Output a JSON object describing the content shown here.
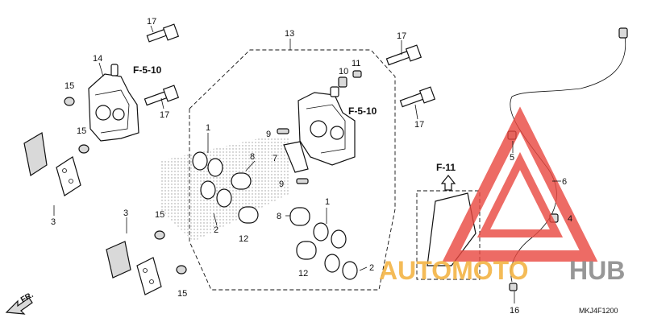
{
  "diagram": {
    "part_numbers": {
      "p1a": "1",
      "p1b": "1",
      "p2a": "2",
      "p2b": "2",
      "p3a": "3",
      "p3b": "3",
      "p4": "4",
      "p5": "5",
      "p6": "6",
      "p7": "7",
      "p8a": "8",
      "p8b": "8",
      "p9a": "9",
      "p9b": "9",
      "p10": "10",
      "p11": "11",
      "p12a": "12",
      "p12b": "12",
      "p13": "13",
      "p14": "14",
      "p15a": "15",
      "p15b": "15",
      "p15c": "15",
      "p15d": "15",
      "p16": "16",
      "p17a": "17",
      "p17b": "17",
      "p17c": "17",
      "p17d": "17"
    },
    "references": {
      "ref_left": "F-5-10",
      "ref_right": "F-5-10",
      "ref_inset": "F-11"
    },
    "direction_label": "FR.",
    "diagram_code": "MKJ4F1200"
  },
  "watermark": {
    "text_a": "AUTOMOTO",
    "text_b": "HUB",
    "colors": {
      "triangle": "#e9473f",
      "accent": "#f3b445",
      "gray": "#8c8c8c"
    }
  }
}
